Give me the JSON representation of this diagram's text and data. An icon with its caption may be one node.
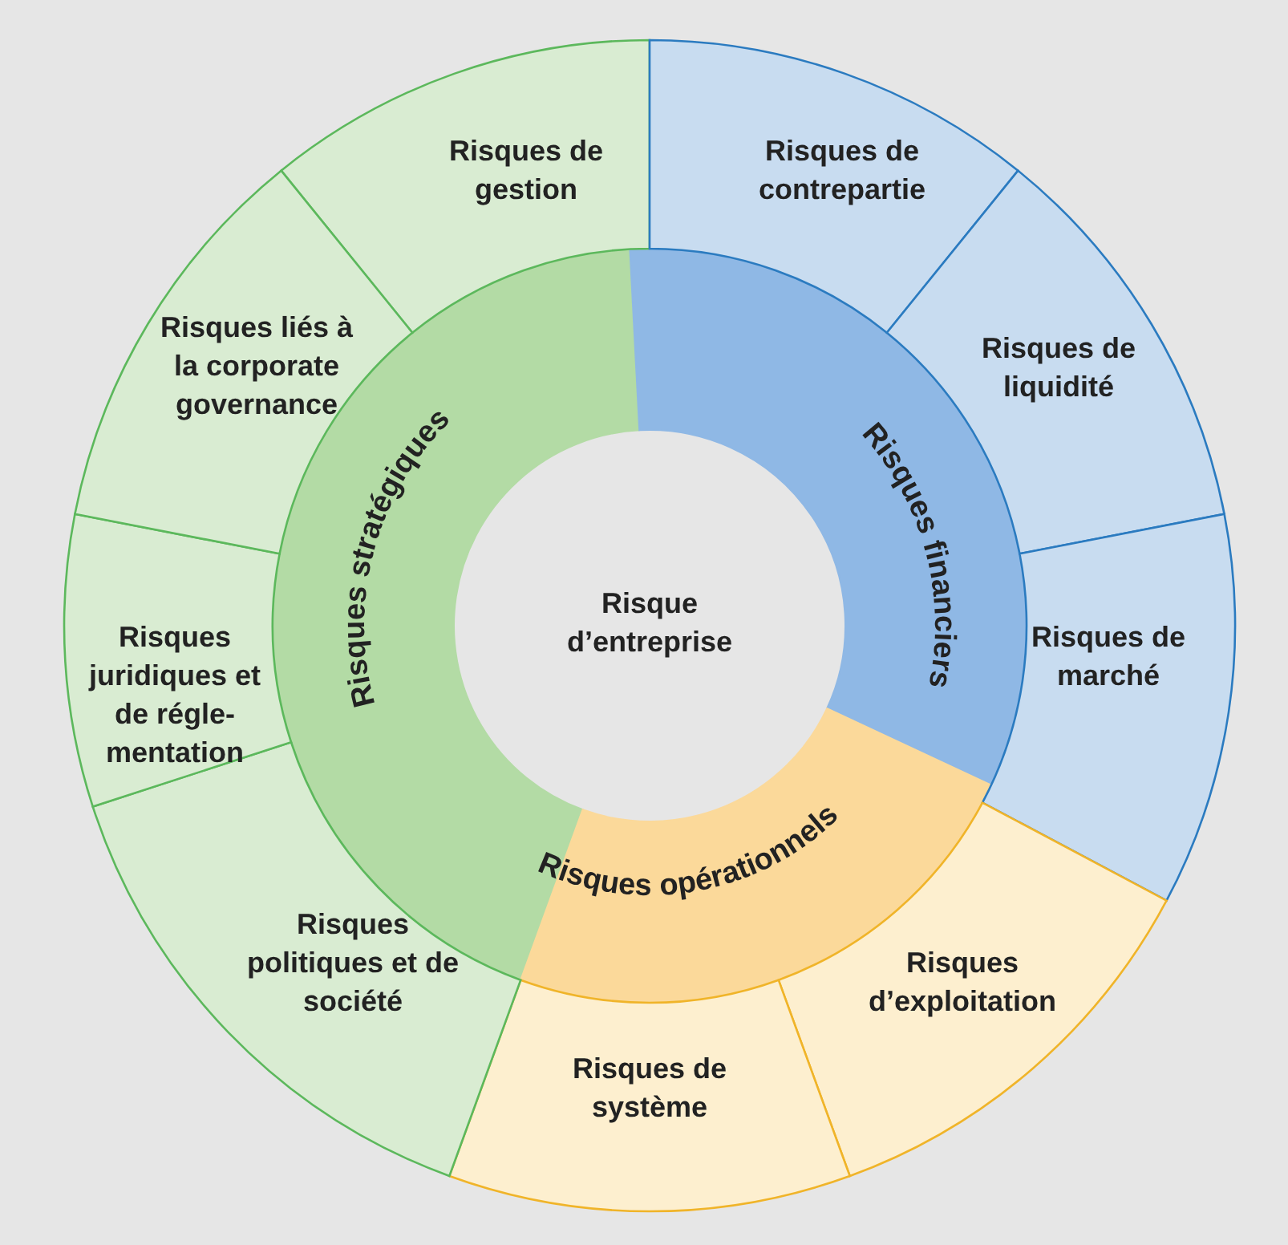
{
  "diagram": {
    "nodes": [
      {
        "text": [
          "Risque d’entreprise"
        ]
      },
      {
        "text": [
          "Risques stratégiques"
        ]
      },
      {
        "text": [
          "Risques financiers"
        ]
      },
      {
        "text": [
          "Risques opérationnels"
        ]
      },
      {
        "text": [
          "Risques de gestion"
        ]
      },
      {
        "text": [
          "Risques de contrepartie"
        ]
      },
      {
        "text": [
          "Risques de liquidité"
        ]
      },
      {
        "text": [
          "Risques de marché"
        ]
      },
      {
        "text": [
          "Risques d’exploitation"
        ]
      },
      {
        "text": [
          "Risques de système"
        ]
      },
      {
        "text": [
          "Risques politiques et de société"
        ]
      },
      {
        "text": [
          "Risques juridiques et de régle-mentation"
        ]
      },
      {
        "text": [
          "Risques liés à la corporate governance"
        ]
      }
    ]
  }
}
